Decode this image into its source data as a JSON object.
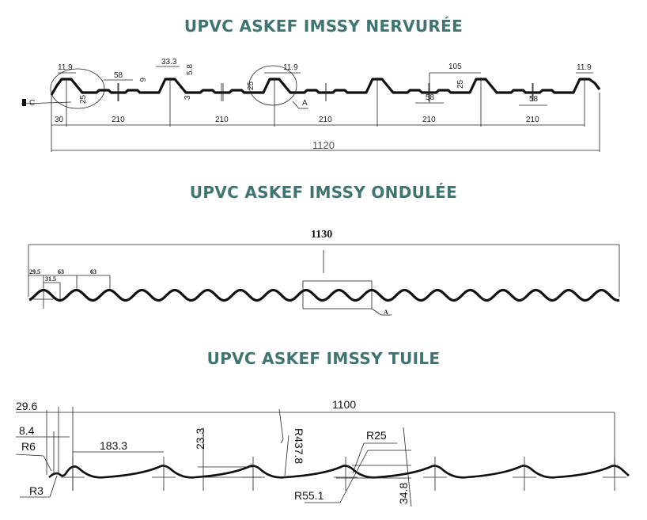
{
  "titles": {
    "nervuree": "UPVC ASKEF IMSSY  NERVURÉE",
    "ondulee": "UPVC ASKEF IMSSY ONDULÉE",
    "tuile": "UPVC ASKEF IMSSY TUILE"
  },
  "nervuree": {
    "rib_top_width": "11.9",
    "minor_width": "58",
    "minor_height": "6",
    "rib_base_width": "33.3",
    "offset_58": "5.8",
    "offset_3": "3",
    "rib_height": "25",
    "detail_a": "A",
    "detail_c": "C",
    "edge": "30",
    "pitch": "210",
    "half_pitch": "105",
    "total": "1120"
  },
  "ondulee": {
    "total": "1130",
    "edge": "29.5",
    "pitch": "63",
    "half_pitch": "31.5",
    "detail_a": "A"
  },
  "tuile": {
    "edge": "29.6",
    "lip": "8.4",
    "r6": "R6",
    "r3": "R3",
    "pitch": "183.3",
    "step": "23.3",
    "total": "1100",
    "r437": "R437.8",
    "r25": "R25",
    "r551": "R55.1",
    "height": "34.8"
  }
}
